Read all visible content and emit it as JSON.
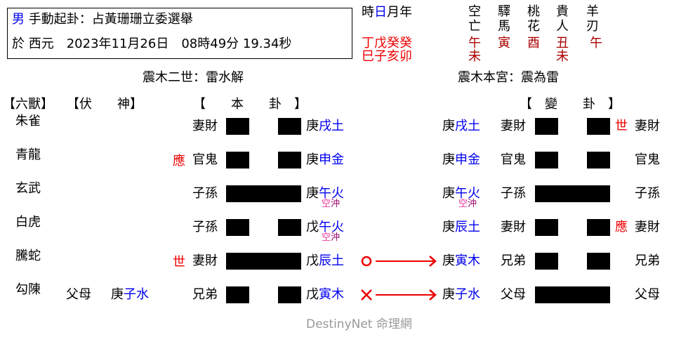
{
  "header": {
    "gender": "男",
    "method": "手動起卦：占黃珊珊立委選舉",
    "date_line": "於 西元　2023年11月26日　08時49分 19.34秒"
  },
  "pillars": {
    "labels": [
      "時",
      "日",
      "月年"
    ],
    "stems": "丁戊癸癸",
    "branches": "巳子亥卯"
  },
  "shensha": {
    "headers_top": [
      "空",
      "驛",
      "桃",
      "貴",
      "羊"
    ],
    "headers_bottom": [
      "亡",
      "馬",
      "花",
      "人",
      "刃"
    ],
    "values_row1": [
      "午",
      "寅",
      "酉",
      "丑",
      "午"
    ],
    "values_row2": [
      "未",
      "",
      "",
      "未",
      ""
    ]
  },
  "ben_gua": {
    "title": "震木二世：雷水解",
    "header": "【　　本　　卦　】"
  },
  "bian_gua": {
    "title": "震木本宮：震為雷",
    "header": "【　變　　卦　】"
  },
  "column_headers": {
    "liushou": "【六獸】",
    "fushen": "【伏　　神】"
  },
  "rows": [
    {
      "beast": "朱雀",
      "fu_rel": "",
      "fu_stem": "",
      "fu_branch": "",
      "mark": "",
      "rel": "妻財",
      "line": "yin",
      "stem": "庚",
      "branch": "戌土",
      "kong": "",
      "chong": "",
      "move": "",
      "c_stem": "庚",
      "c_branch": "戌土",
      "c_kong": "",
      "c_chong": "",
      "c_rel": "妻財",
      "c_line": "yin",
      "c_mark": "世",
      "c_rel2": "妻財"
    },
    {
      "beast": "青龍",
      "fu_rel": "",
      "fu_stem": "",
      "fu_branch": "",
      "mark": "應",
      "rel": "官鬼",
      "line": "yin",
      "stem": "庚",
      "branch": "申金",
      "kong": "",
      "chong": "",
      "move": "",
      "c_stem": "庚",
      "c_branch": "申金",
      "c_kong": "",
      "c_chong": "",
      "c_rel": "官鬼",
      "c_line": "yin",
      "c_mark": "",
      "c_rel2": "官鬼"
    },
    {
      "beast": "玄武",
      "fu_rel": "",
      "fu_stem": "",
      "fu_branch": "",
      "mark": "",
      "rel": "子孫",
      "line": "yang",
      "stem": "庚",
      "branch": "午火",
      "kong": "空",
      "chong": "沖",
      "move": "",
      "c_stem": "庚",
      "c_branch": "午火",
      "c_kong": "空",
      "c_chong": "沖",
      "c_rel": "子孫",
      "c_line": "yang",
      "c_mark": "",
      "c_rel2": "子孫"
    },
    {
      "beast": "白虎",
      "fu_rel": "",
      "fu_stem": "",
      "fu_branch": "",
      "mark": "",
      "rel": "子孫",
      "line": "yin",
      "stem": "戊",
      "branch": "午火",
      "kong": "空",
      "chong": "沖",
      "move": "",
      "c_stem": "庚",
      "c_branch": "辰土",
      "c_kong": "",
      "c_chong": "",
      "c_rel": "妻財",
      "c_line": "yin",
      "c_mark": "應",
      "c_rel2": "妻財"
    },
    {
      "beast": "騰蛇",
      "fu_rel": "",
      "fu_stem": "",
      "fu_branch": "",
      "mark": "世",
      "rel": "妻財",
      "line": "yang",
      "stem": "戊",
      "branch": "辰土",
      "kong": "",
      "chong": "",
      "move": "O",
      "c_stem": "庚",
      "c_branch": "寅木",
      "c_kong": "",
      "c_chong": "",
      "c_rel": "兄弟",
      "c_line": "yin",
      "c_mark": "",
      "c_rel2": "兄弟"
    },
    {
      "beast": "勾陳",
      "fu_rel": "父母",
      "fu_stem": "庚",
      "fu_branch": "子水",
      "mark": "",
      "rel": "兄弟",
      "line": "yin",
      "stem": "戊",
      "branch": "寅木",
      "kong": "",
      "chong": "",
      "move": "X",
      "c_stem": "庚",
      "c_branch": "子水",
      "c_kong": "",
      "c_chong": "",
      "c_rel": "父母",
      "c_line": "yang",
      "c_mark": "",
      "c_rel2": "父母"
    }
  ],
  "footer": {
    "brand": "DestinyNet 命理網"
  },
  "colors": {
    "accent_red": "#ee0000",
    "branch_blue": "#0000ee",
    "shensha_red": "#aa0000",
    "kong_pink": "#ee3399",
    "chong_purple": "#990066"
  }
}
